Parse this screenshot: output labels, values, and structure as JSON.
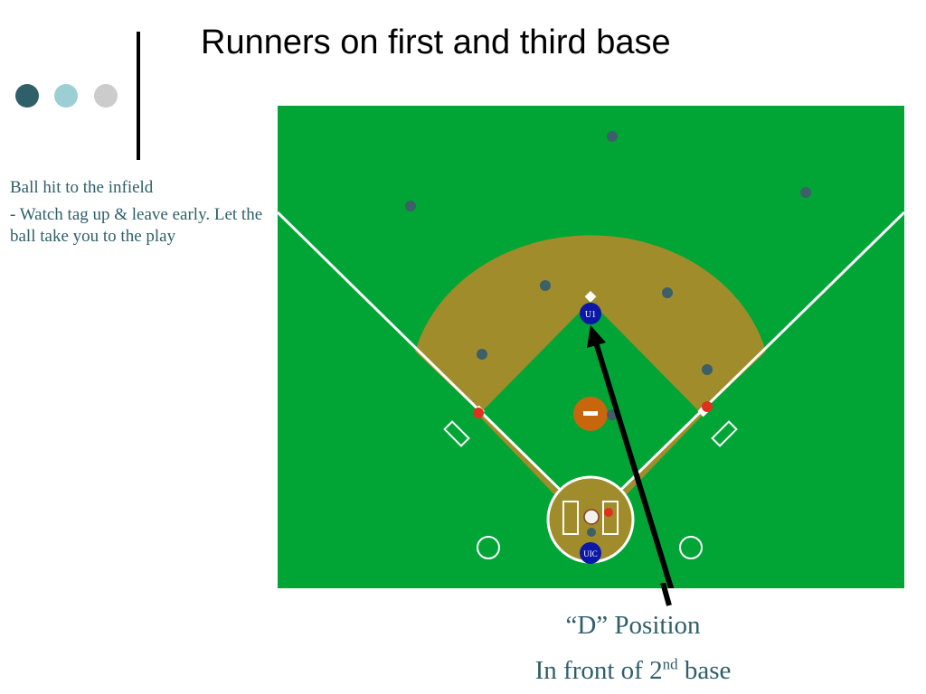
{
  "slide": {
    "title": "Runners on first and third base"
  },
  "decor": {
    "dot_colors": [
      "#2f6069",
      "#9ccfd4",
      "#cccccc"
    ]
  },
  "bullets": [
    "Ball hit to the infield",
    "- Watch tag up & leave early. Let the ball take you to the play"
  ],
  "field": {
    "colors": {
      "grass": "#00a536",
      "dirt": "#a08c2a",
      "line": "#ffffff",
      "fielder": "#3d5f68",
      "runner": "#e0311e",
      "umpire": "#0b17a6",
      "mound": "#c8660e"
    },
    "umpire_labels": {
      "base": "U1",
      "plate": "UIC"
    },
    "fielders": 9,
    "runners_on": [
      "first",
      "third"
    ]
  },
  "caption": {
    "line1": "“D” Position",
    "line2_prefix": "In front of 2",
    "line2_sup": "nd",
    "line2_suffix": " base"
  }
}
